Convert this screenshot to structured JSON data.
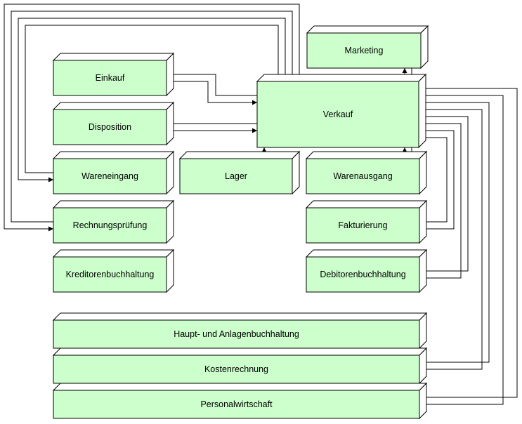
{
  "diagram": {
    "modules": [
      {
        "id": "marketing",
        "label": "Marketing"
      },
      {
        "id": "einkauf",
        "label": "Einkauf"
      },
      {
        "id": "verkauf",
        "label": "Verkauf"
      },
      {
        "id": "disposition",
        "label": "Disposition"
      },
      {
        "id": "wareneingang",
        "label": "Wareneingang"
      },
      {
        "id": "lager",
        "label": "Lager"
      },
      {
        "id": "warenausgang",
        "label": "Warenausgang"
      },
      {
        "id": "rechnungspruefung",
        "label": "Rechnungsprüfung"
      },
      {
        "id": "fakturierung",
        "label": "Fakturierung"
      },
      {
        "id": "kreditorenbuchhaltung",
        "label": "Kreditorenbuchhaltung"
      },
      {
        "id": "debitorenbuchhaltung",
        "label": "Debitorenbuchhaltung"
      },
      {
        "id": "haupt_anlagenbuchhaltung",
        "label": "Haupt- und Anlagenbuchhaltung"
      },
      {
        "id": "kostenrechnung",
        "label": "Kostenrechnung"
      },
      {
        "id": "personalwirtschaft",
        "label": "Personalwirtschaft"
      }
    ],
    "colors": {
      "box_fill": "#ccffcc",
      "box_edge": "#000000",
      "background": "#ffffff"
    }
  }
}
